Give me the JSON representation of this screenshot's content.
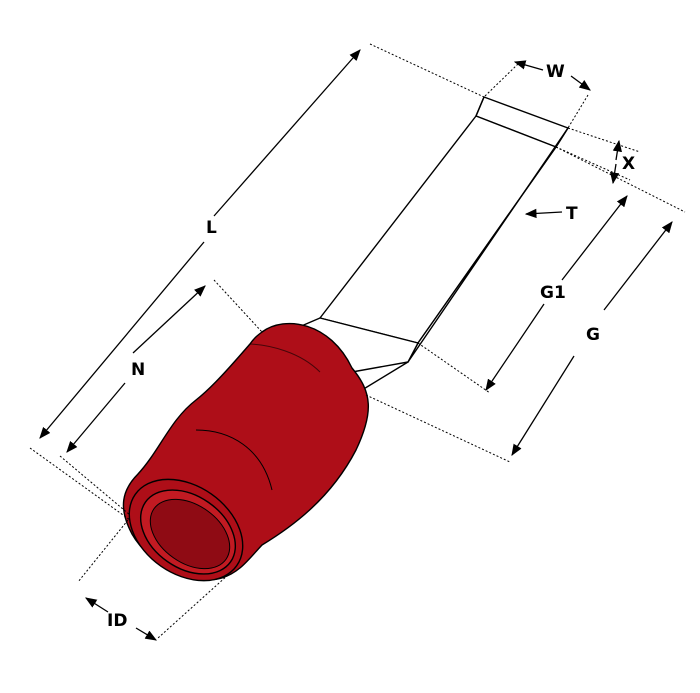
{
  "labels": {
    "L": "L",
    "N": "N",
    "W": "W",
    "X": "X",
    "T": "T",
    "G1": "G1",
    "G": "G",
    "ID": "ID"
  },
  "colors": {
    "sleeve": "#ae0e18",
    "pin": "#ffffff",
    "line": "#000000"
  }
}
